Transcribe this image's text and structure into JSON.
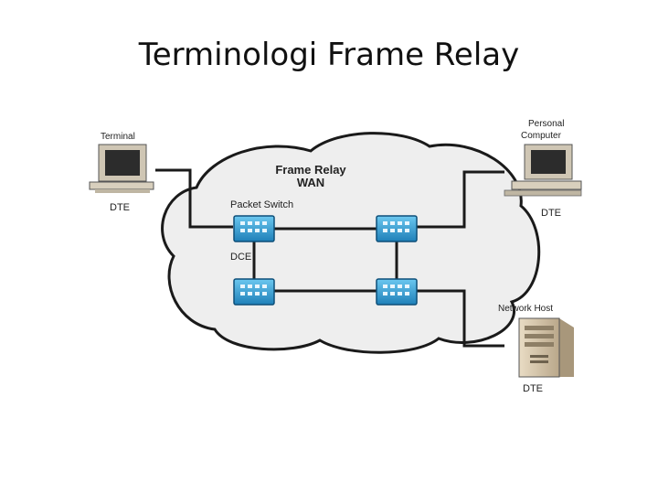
{
  "slide": {
    "title": "Terminologi Frame Relay"
  },
  "diagram": {
    "wan_label_line1": "Frame Relay",
    "wan_label_line2": "WAN",
    "packet_switch_label": "Packet Switch",
    "dce_label": "DCE",
    "nodes": {
      "terminal": {
        "name": "Terminal",
        "role": "DTE"
      },
      "pc": {
        "name_line1": "Personal",
        "name_line2": "Computer",
        "role": "DTE"
      },
      "host": {
        "name": "Network Host",
        "role": "DTE"
      }
    },
    "colors": {
      "cloud_fill": "#eeeeee",
      "cloud_stroke": "#1a1a1a",
      "switch_fill": "#3aa6dd",
      "link": "#1a1a1a"
    },
    "icons": [
      "computer-icon",
      "packet-switch-icon",
      "server-tower-icon"
    ]
  }
}
